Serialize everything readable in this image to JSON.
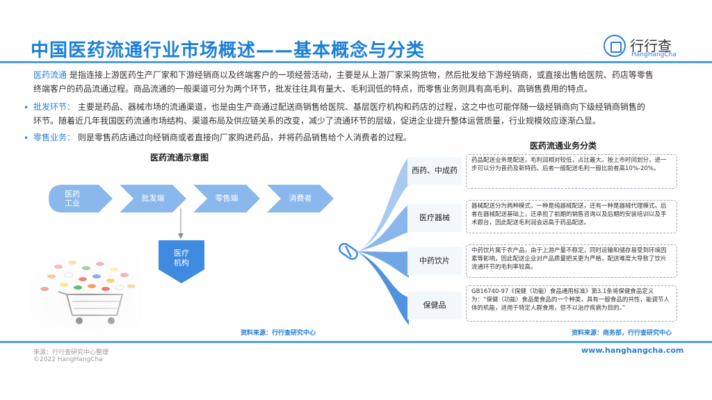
{
  "title": "中国医药流通行业市场概述——基本概念与分类",
  "logo": {
    "name": "行行查",
    "en": "HangHangCha"
  },
  "intro": {
    "term": "医药流通",
    "line1": "是指连接上游医药生产厂家和下游经销商以及终端客户的一项经营活动，主要是从上游厂家采购货物，然后批发给下游经销商，或直接出售给医院、药店等零售",
    "line2": "终端客户的药品流通过程。商品流通的一般渠道可分为两个环节，批发往往具有量大、毛利润低的特点，而零售业务则具有高毛利、高销售费用的特点。"
  },
  "wholesale": {
    "term": "批发环节：",
    "line1": "主要是药品、器械市场的流通渠道，也是由生产商通过配送商销售给医院、基层医疗机构和药店的过程，这之中也可能伴随一级经销商向下级经销商销售的",
    "line2": "环节。随着近几年我国医药流通市场结构、渠道布局及供应链关系的改变，减少了流通环节的层级，促进企业提升整体运营质量，行业规模效应逐渐凸显。"
  },
  "retail": {
    "term": "零售业务：",
    "text": "则是零售药店通过向经销商或者直接向厂家购进药品，并将药品销售给个人消费者的过程。"
  },
  "flow": {
    "title": "医药流通示意图",
    "steps": [
      "医药\n工业",
      "批发端",
      "零售端",
      "消费者"
    ],
    "branch": "医疗\n机构",
    "source": "资料来源：行行查研究中心"
  },
  "classification": {
    "title": "医药流通业务分类",
    "items": [
      {
        "name": "西药、中成药",
        "desc": "药品配送业务是配送，毛利润相对较低，占比最大。按上市时间划分，进一步可以分为普药及新特药。后者一般配送毛利一般比前者高10%-20%。"
      },
      {
        "name": "医疗器械",
        "desc": "器械配送分为两种模式，一种是纯器械配送，还有一种是器械代理模式。后者在器械配送基础上，还承担了前期的销售咨询以及后期的安装培训以及手术跟台，因此配送毛利润会远高于药品配送。"
      },
      {
        "name": "中药饮片",
        "desc": "中药饮片属于农产品，由于上游产量不稳定，同时运输和储存易受到环境因素等影响，因此配送企业对产品质量把关更为严格，配送难度大导致了饮片流通环节的毛利率较高。"
      },
      {
        "name": "保健品",
        "desc": "GB16740-97《保健（功能）食品通用标准》第3.1条将保健食品定义为：“保健（功能）食品是食品的一个种类，具有一般食品的共性，能调节人体的机能，适用于特定人群食用，但不以治疗疾病为目的。”"
      }
    ],
    "source": "资料来源：商务部，行行查研究中心"
  },
  "footer": {
    "source": "来源：行行查研究中心整理",
    "copyright": "©2022 HangHangCha",
    "website": "www.hanghangcha.com"
  },
  "colors": {
    "accent": "#2a7ed6",
    "chevron": "#8ab8ec",
    "branch": "#3d8ae0"
  }
}
